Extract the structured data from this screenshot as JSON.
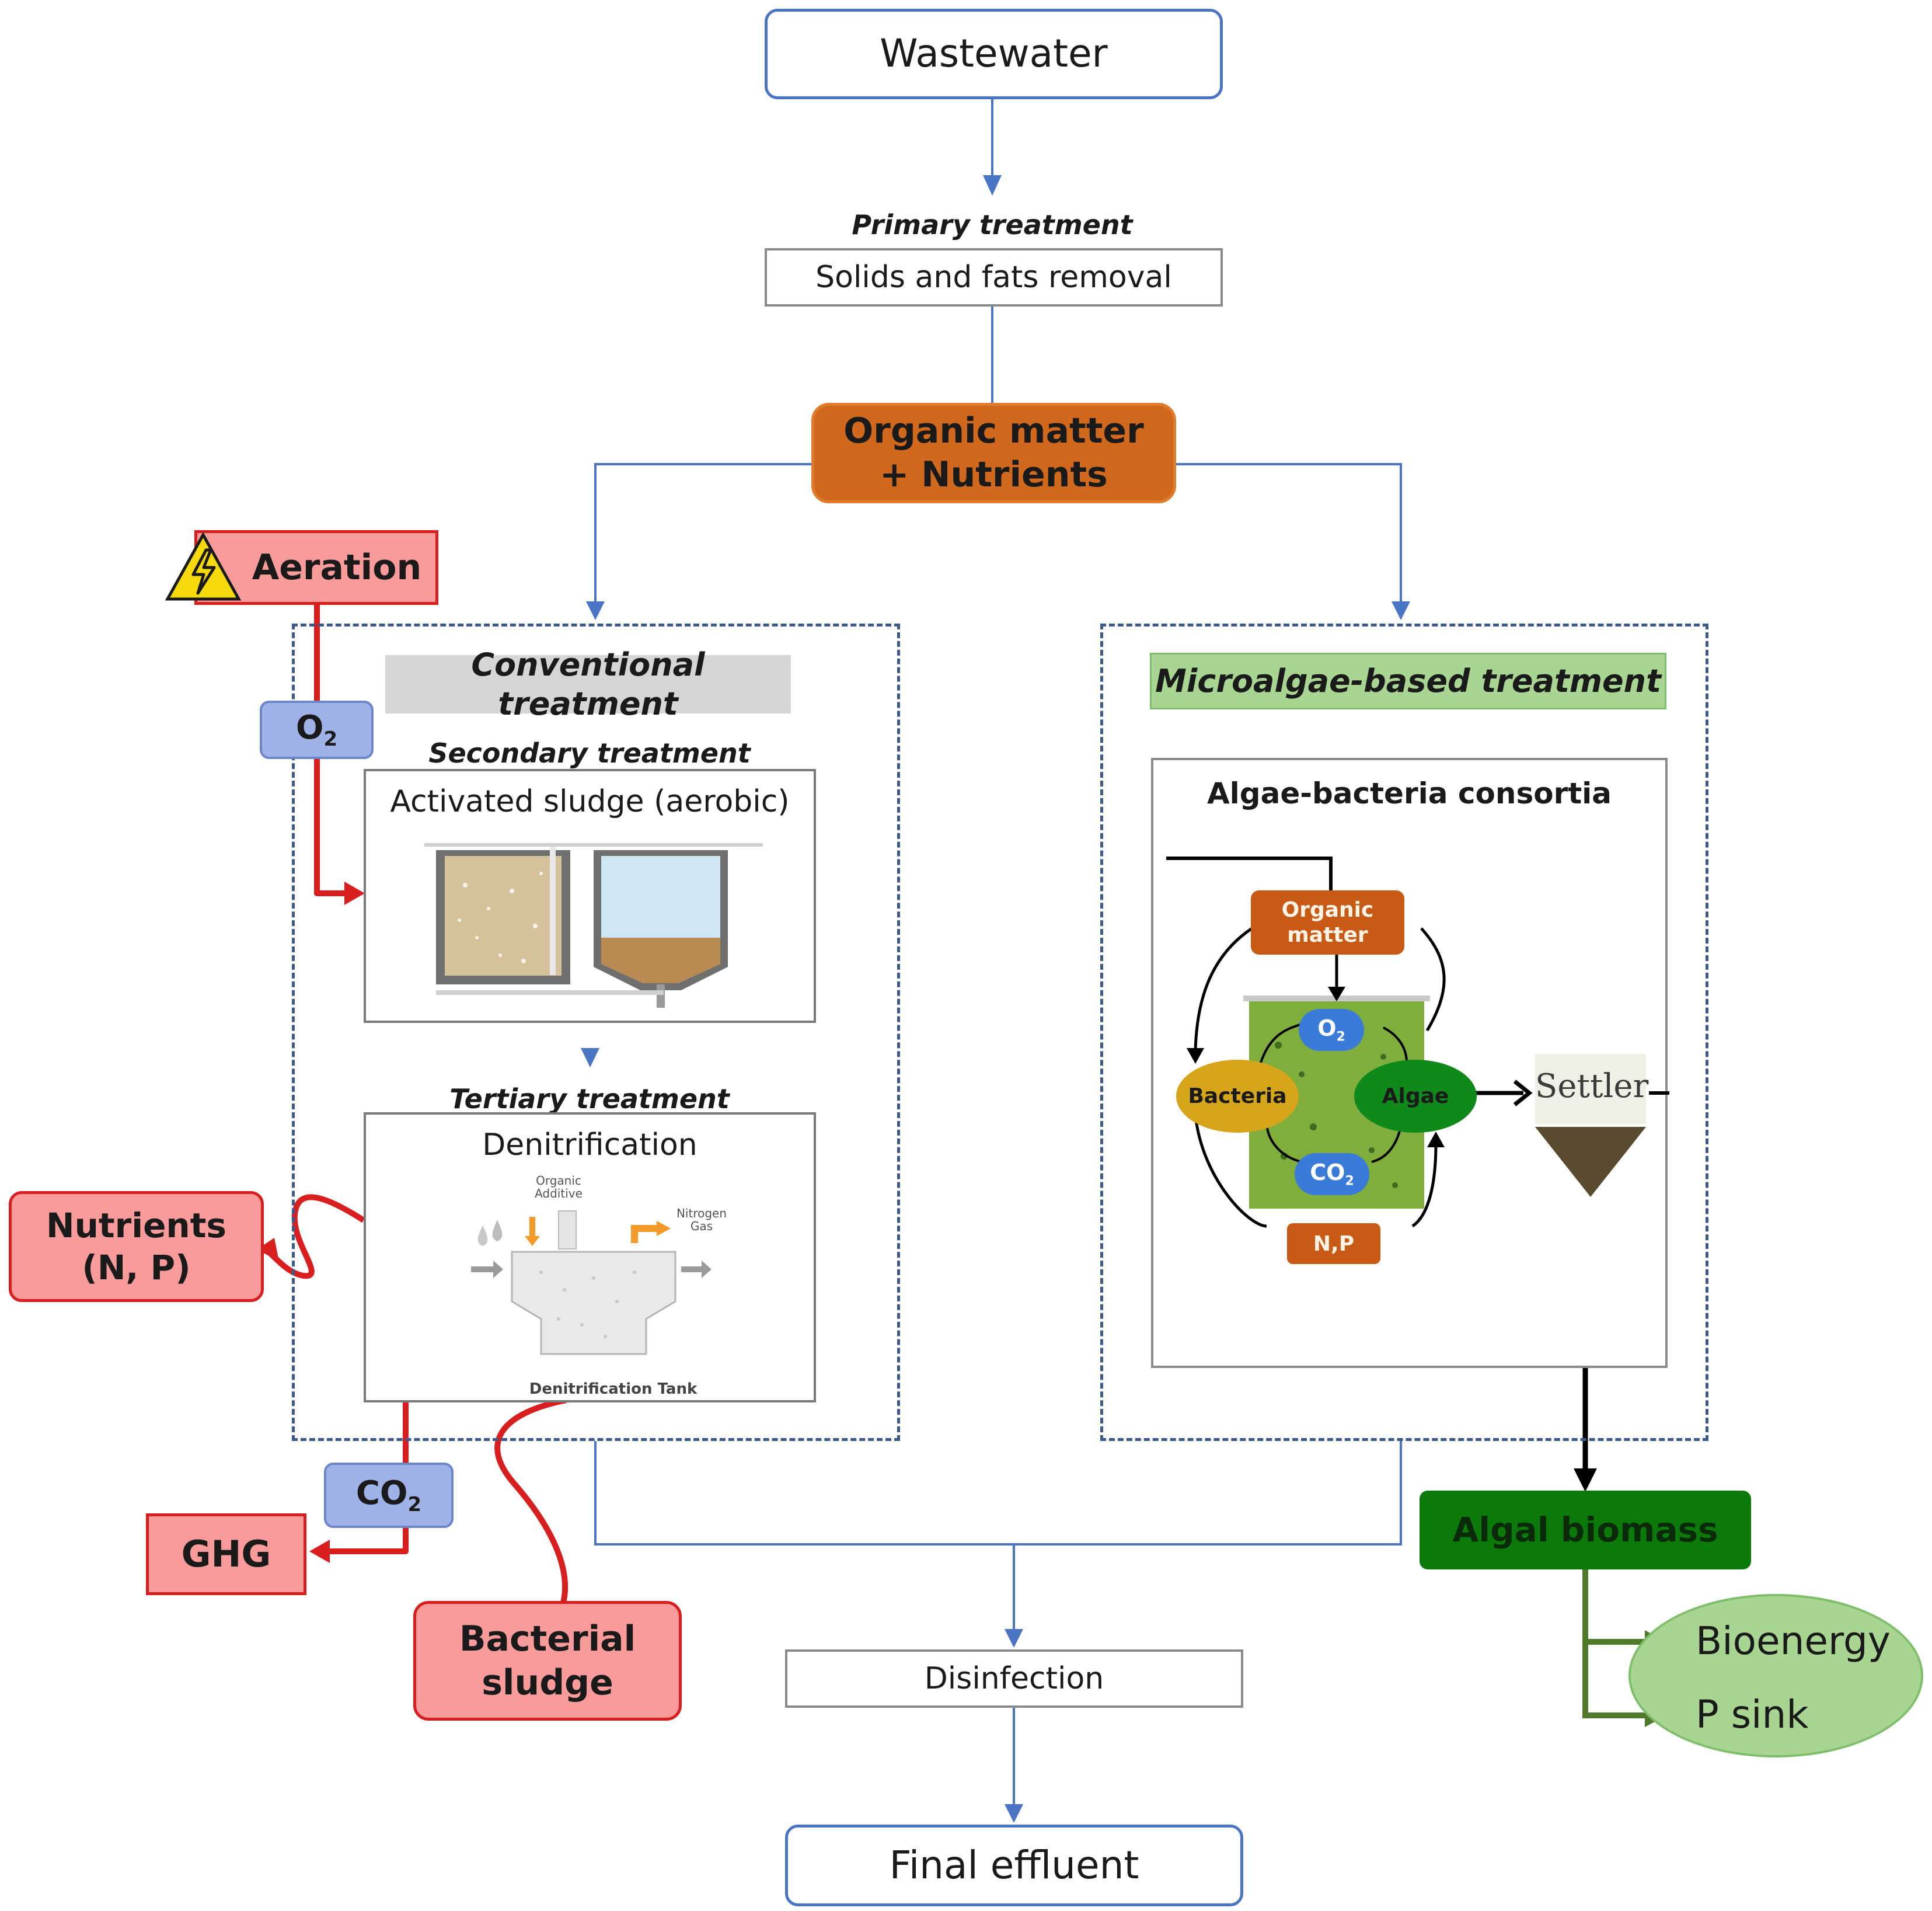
{
  "nodes": {
    "wastewater": "Wastewater",
    "primary_label": "Primary treatment",
    "primary": "Solids and fats removal",
    "organic_line1": "Organic matter",
    "organic_line2": "+ Nutrients",
    "aeration": "Aeration",
    "o2_main": "O",
    "o2_sub": "2",
    "conventional": "Conventional treatment",
    "secondary_label": "Secondary treatment",
    "activated_sludge": "Activated sludge (aerobic)",
    "tertiary_label": "Tertiary treatment",
    "denitrification": "Denitrification",
    "den_organic_additive": "Organic Additive",
    "den_nitrogen_gas": "Nitrogen Gas",
    "den_tank": "Denitrification Tank",
    "nutrients_line1": "Nutrients",
    "nutrients_line2": "(N, P)",
    "co2_main": "CO",
    "co2_sub": "2",
    "ghg": "GHG",
    "bacterial_line1": "Bacterial",
    "bacterial_line2": "sludge",
    "microalgae": "Microalgae-based treatment",
    "consortia": "Algae-bacteria consortia",
    "cons_organic_line1": "Organic",
    "cons_organic_line2": "matter",
    "cons_bacteria": "Bacteria",
    "cons_algae": "Algae",
    "cons_o2": "O",
    "cons_o2_sub": "2",
    "cons_co2": "CO",
    "cons_co2_sub": "2",
    "cons_np": "N,P",
    "settler": "Settler",
    "algal_biomass": "Algal biomass",
    "bioenergy": "Bioenergy",
    "p_sink": "P sink",
    "disinfection": "Disinfection",
    "final_effluent": "Final effluent"
  },
  "colors": {
    "blue_line": "#4a74c4",
    "orange": "#d0691e",
    "red": "#d81e1e",
    "pink": "#f99b9b",
    "green_dark": "#0b7a0b",
    "green_light": "#a8d592",
    "gray_header": "#d6d6d6",
    "o2_blue": "#9fb3e8"
  },
  "icons": [
    "warning-electric-icon"
  ]
}
